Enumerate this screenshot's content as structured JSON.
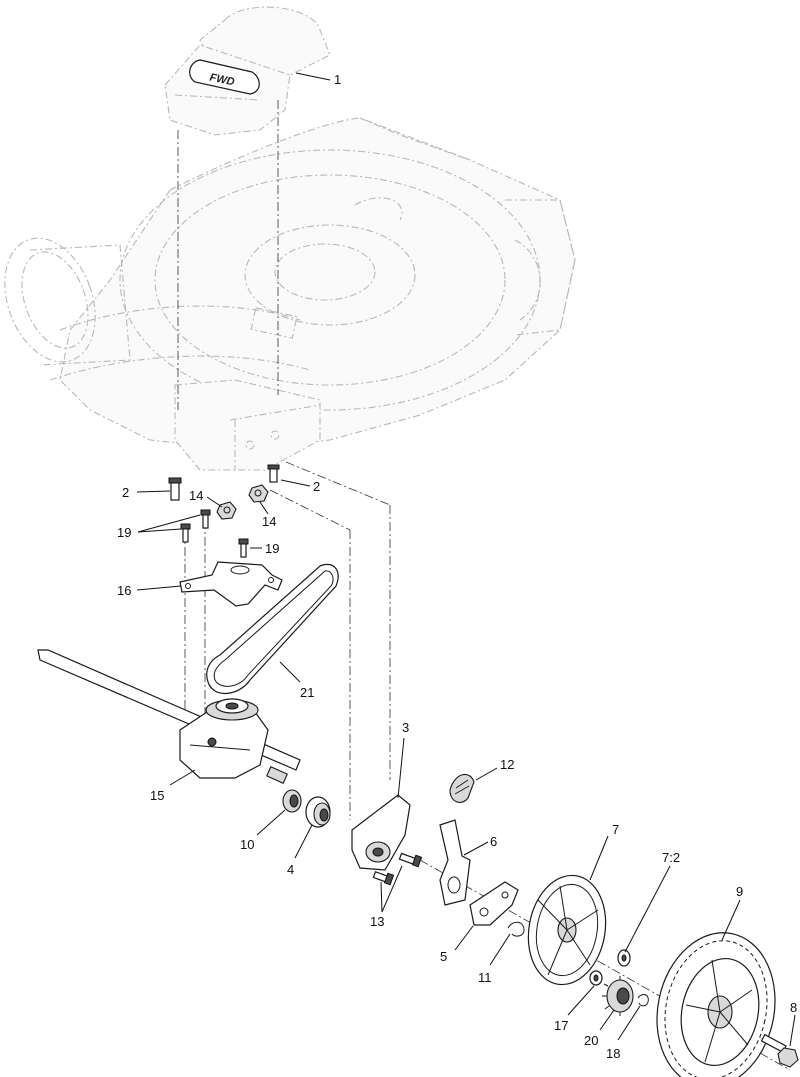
{
  "diagram": {
    "handle_badge_text": "FWD",
    "callouts": [
      {
        "id": "c1",
        "text": "1"
      },
      {
        "id": "c2a",
        "text": "2"
      },
      {
        "id": "c2b",
        "text": "2"
      },
      {
        "id": "c14a",
        "text": "14"
      },
      {
        "id": "c14b",
        "text": "14"
      },
      {
        "id": "c19a",
        "text": "19"
      },
      {
        "id": "c19b",
        "text": "19"
      },
      {
        "id": "c16",
        "text": "16"
      },
      {
        "id": "c21",
        "text": "21"
      },
      {
        "id": "c3",
        "text": "3"
      },
      {
        "id": "c12",
        "text": "12"
      },
      {
        "id": "c6",
        "text": "6"
      },
      {
        "id": "c7",
        "text": "7"
      },
      {
        "id": "c72",
        "text": "7:2"
      },
      {
        "id": "c9",
        "text": "9"
      },
      {
        "id": "c15",
        "text": "15"
      },
      {
        "id": "c10",
        "text": "10"
      },
      {
        "id": "c4",
        "text": "4"
      },
      {
        "id": "c13",
        "text": "13"
      },
      {
        "id": "c5",
        "text": "5"
      },
      {
        "id": "c11",
        "text": "11"
      },
      {
        "id": "c17",
        "text": "17"
      },
      {
        "id": "c20",
        "text": "20"
      },
      {
        "id": "c18",
        "text": "18"
      },
      {
        "id": "c8",
        "text": "8"
      }
    ]
  }
}
